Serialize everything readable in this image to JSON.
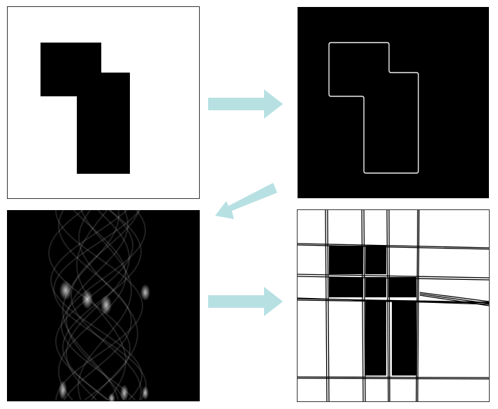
{
  "colors": {
    "arrow": "#b7e0e3",
    "shape": "#000000",
    "background_light": "#ffffff",
    "background_dark": "#000000",
    "edge": "#f0f0f0"
  },
  "panels": [
    {
      "id": "binary-shape-image"
    },
    {
      "id": "edge-detection-image"
    },
    {
      "id": "hough-transform-accumulator"
    },
    {
      "id": "detected-lines-overlay"
    }
  ],
  "arrows": [
    {
      "direction": "right"
    },
    {
      "direction": "down-left"
    },
    {
      "direction": "right"
    }
  ]
}
